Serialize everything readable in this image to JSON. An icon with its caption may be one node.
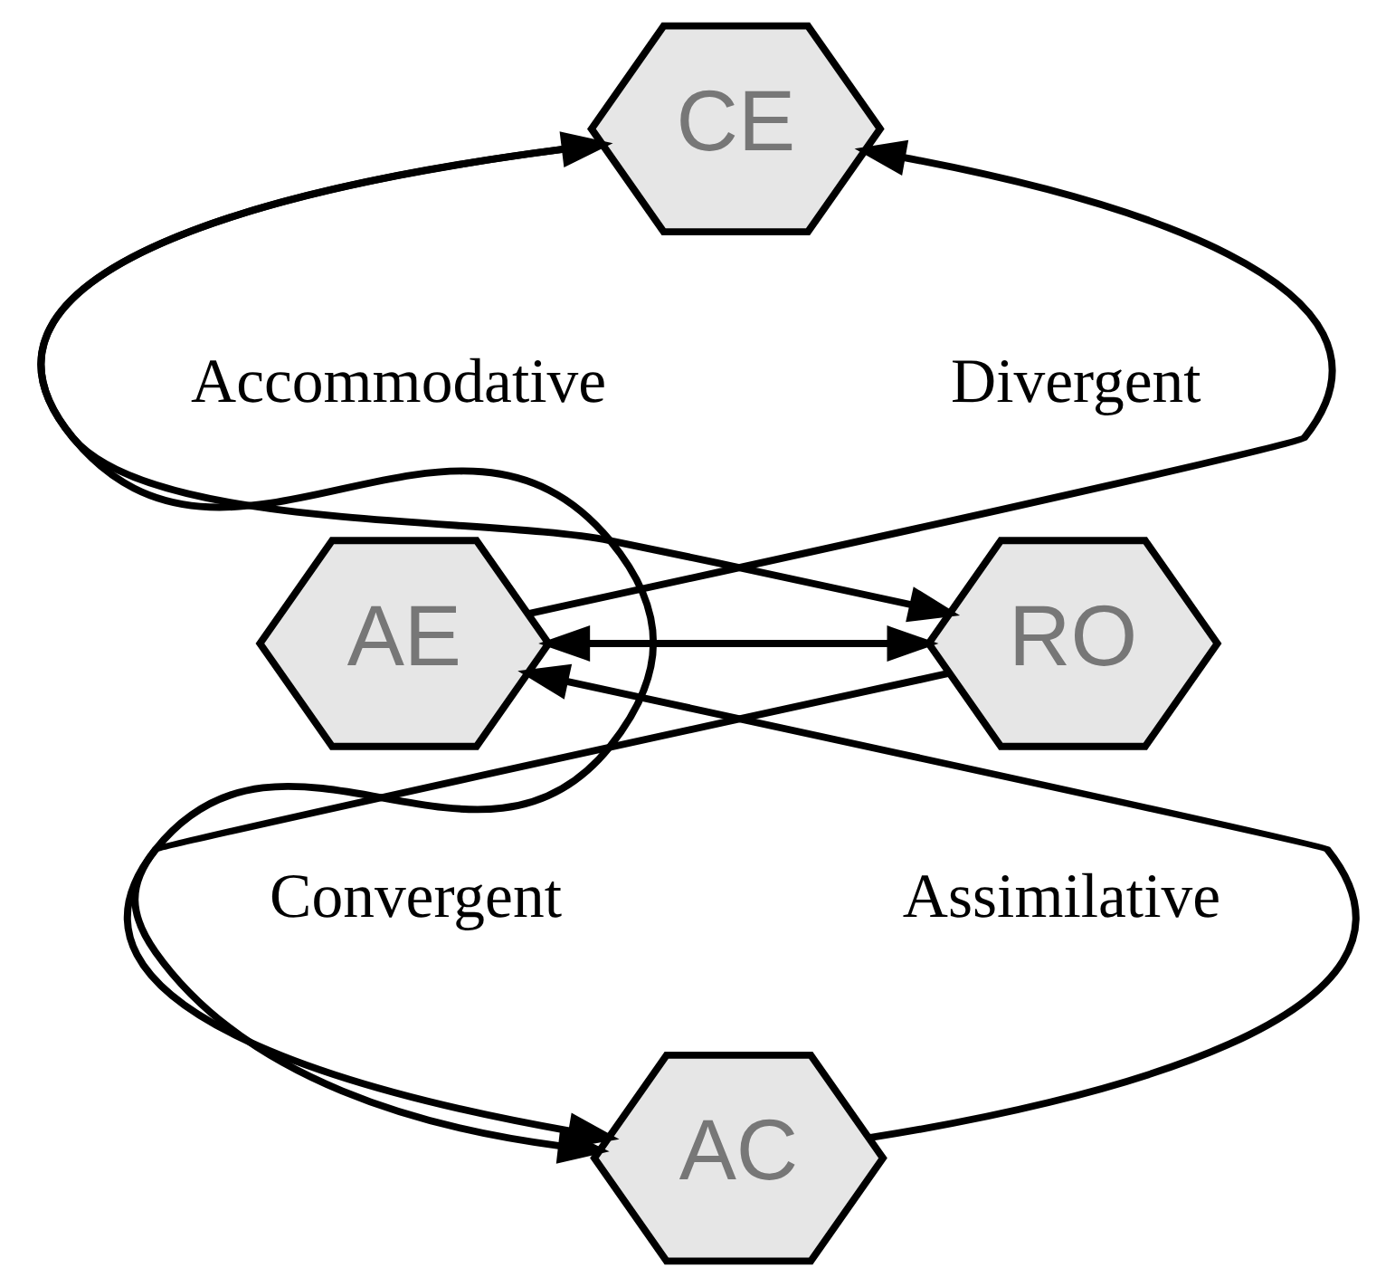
{
  "diagram": {
    "nodes": [
      {
        "text": [
          "CE"
        ]
      },
      {
        "text": [
          "AE"
        ]
      },
      {
        "text": [
          "RO"
        ]
      },
      {
        "text": [
          "AC"
        ]
      }
    ],
    "edges": [
      {
        "from": 0,
        "to": 2,
        "arrow": "to"
      },
      {
        "from": 2,
        "to": 3,
        "arrow": "to"
      },
      {
        "from": 3,
        "to": 1,
        "arrow": "to"
      },
      {
        "from": 1,
        "to": 0,
        "arrow": "to"
      },
      {
        "from": 1,
        "to": 2,
        "arrow": "both"
      },
      {
        "from": 0,
        "to": 3,
        "arrow": "both"
      }
    ],
    "labels": [
      "Accommodative",
      "Divergent",
      "Convergent",
      "Assimilative"
    ]
  }
}
